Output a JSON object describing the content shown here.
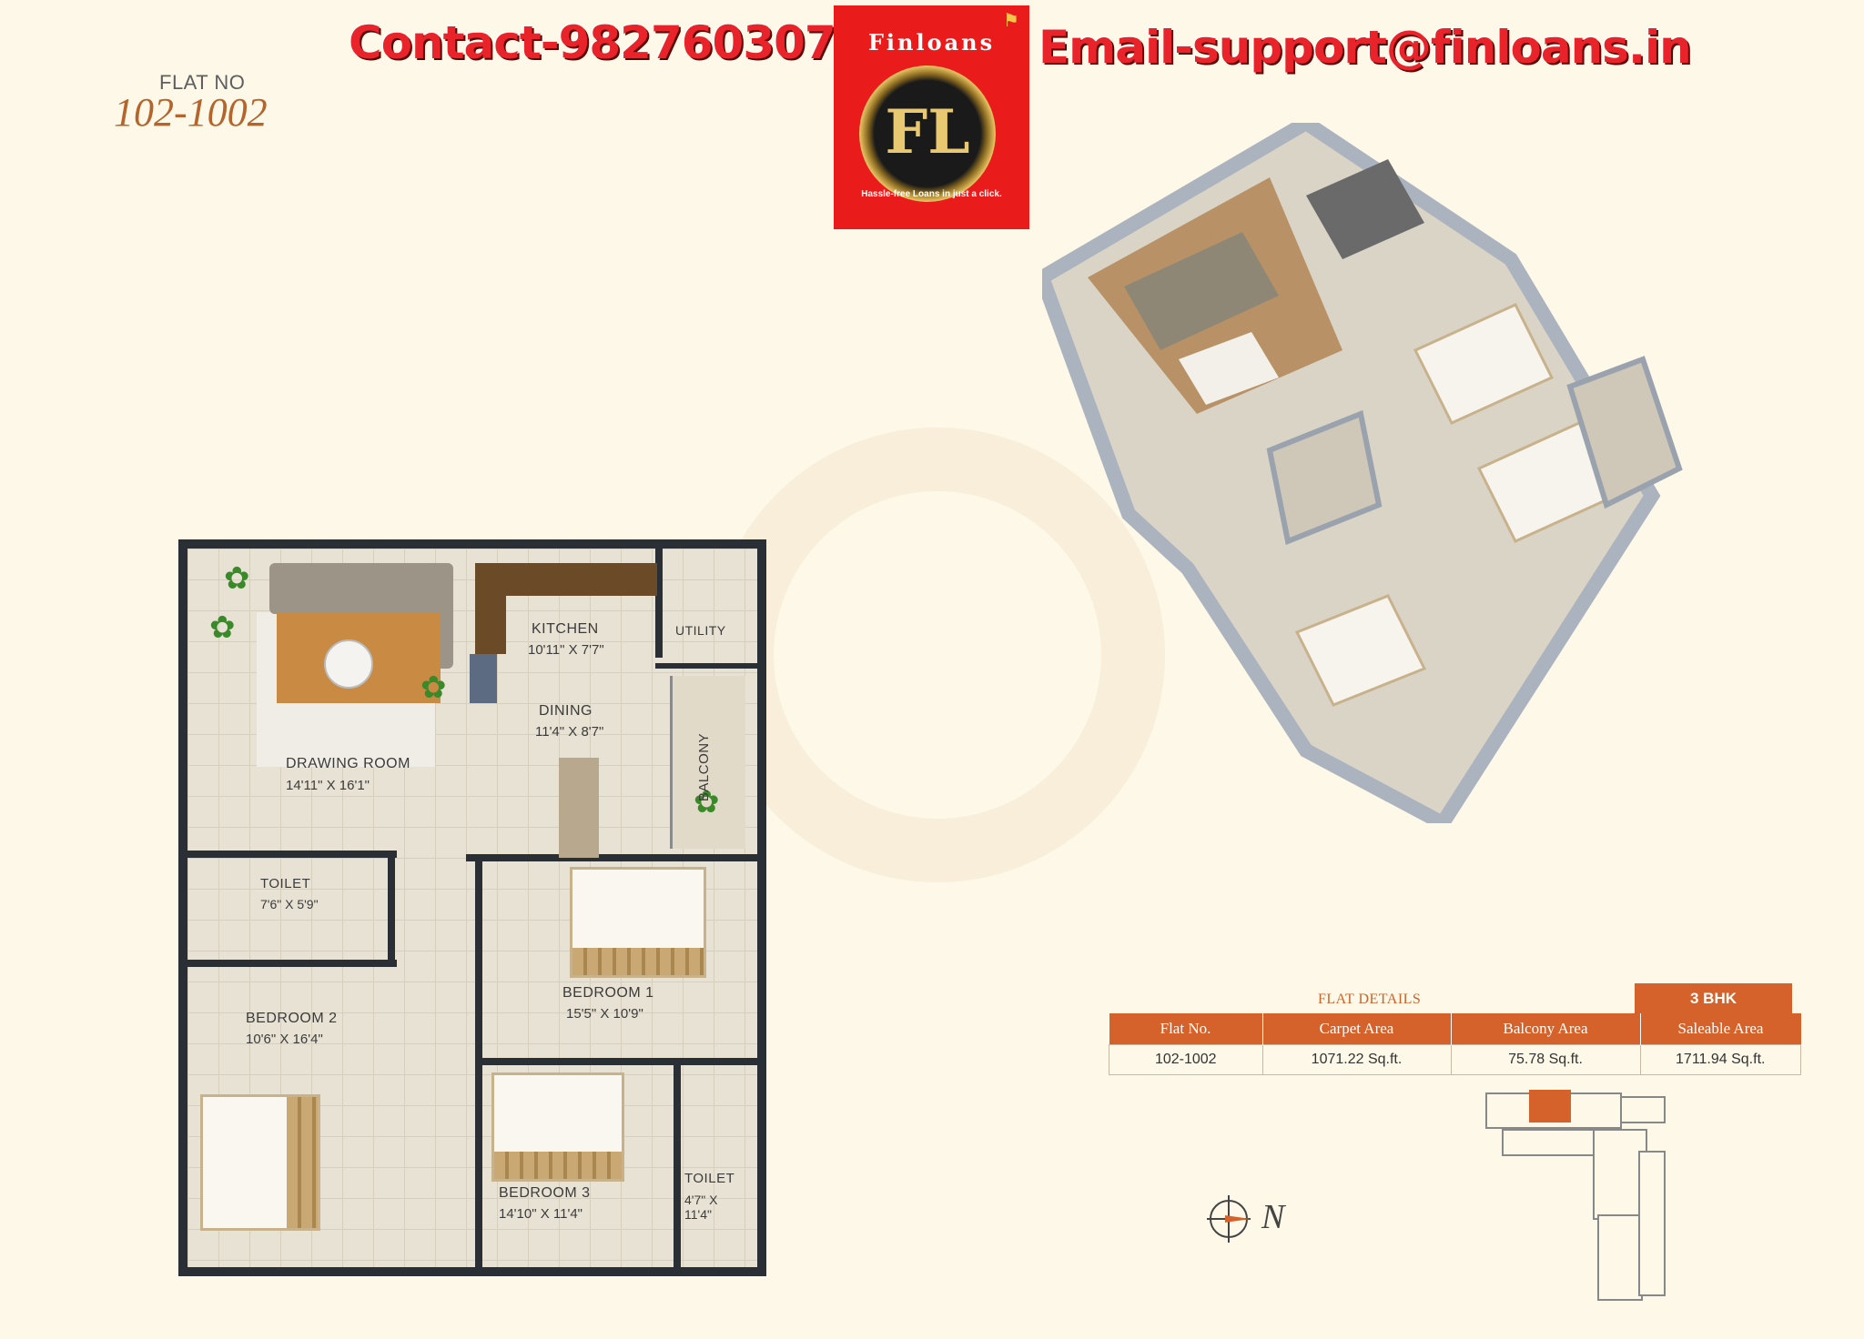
{
  "header": {
    "flat_label": "FLAT NO",
    "flat_number": "102-1002",
    "contact": "Contact-9827603070",
    "email": "Email-support@finloans.in"
  },
  "logo": {
    "brand": "Finloans",
    "monogram": "FL",
    "tagline": "Hassle-free Loans in just a click."
  },
  "floor_plan": {
    "rooms": [
      {
        "name": "KITCHEN",
        "dims": "10'11\" X 7'7\""
      },
      {
        "name": "UTILITY",
        "dims": ""
      },
      {
        "name": "DINING",
        "dims": "11'4\" X 8'7\""
      },
      {
        "name": "DRAWING ROOM",
        "dims": "14'11\" X 16'1\""
      },
      {
        "name": "BALCONY",
        "dims": ""
      },
      {
        "name": "TOILET",
        "dims": "7'6\" X 5'9\""
      },
      {
        "name": "BEDROOM 1",
        "dims": "15'5\" X 10'9\""
      },
      {
        "name": "BEDROOM 2",
        "dims": "10'6\" X 16'4\""
      },
      {
        "name": "BEDROOM 3",
        "dims": "14'10\" X 11'4\""
      },
      {
        "name": "TOILET",
        "dims": "4'7\" X 11'4\""
      }
    ]
  },
  "details": {
    "title": "FLAT DETAILS",
    "type": "3 BHK",
    "columns": [
      "Flat No.",
      "Carpet Area",
      "Balcony Area",
      "Saleable Area"
    ],
    "row": [
      "102-1002",
      "1071.22 Sq.ft.",
      "75.78 Sq.ft.",
      "1711.94 Sq.ft."
    ]
  },
  "compass_label": "N"
}
